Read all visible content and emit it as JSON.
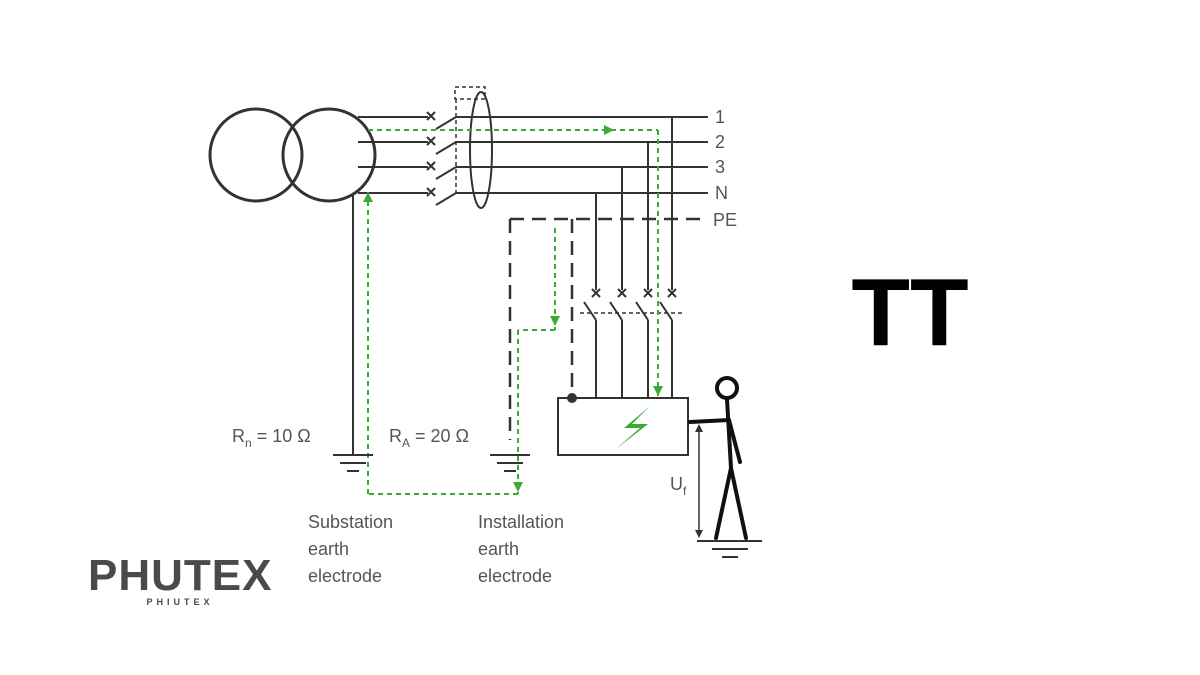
{
  "diagram": {
    "system_title": "TT",
    "conductors": [
      "1",
      "2",
      "3",
      "N",
      "PE"
    ],
    "resistances": {
      "substation": {
        "symbol": "R",
        "subscript": "n",
        "value": " = 10 Ω"
      },
      "installation": {
        "symbol": "R",
        "subscript": "A",
        "value": " = 20 Ω"
      }
    },
    "electrodes": {
      "substation": [
        "Substation",
        "earth",
        "electrode"
      ],
      "installation": [
        "Installation",
        "earth",
        "electrode"
      ]
    },
    "touch_voltage": {
      "symbol": "U",
      "subscript": "f"
    },
    "fault_path_color": "#3aa935",
    "wire_color": "#333333",
    "muted_color": "#555555"
  },
  "logo": {
    "name": "PHUTEX",
    "tagline": "PHIUTEX"
  }
}
